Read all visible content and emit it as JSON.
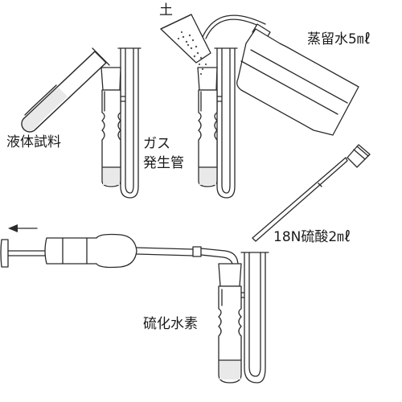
{
  "labels": {
    "liquid_sample": "液体試料",
    "gas_generator_line1": "ガス",
    "gas_generator_line2": "発生管",
    "soil": "土",
    "distilled_water": "蒸留水5㎖",
    "sulfuric_acid": "18N硫酸2㎖",
    "hydrogen_sulfide": "硫化水素"
  },
  "icons": {
    "arrow": "arrow-left-icon"
  }
}
